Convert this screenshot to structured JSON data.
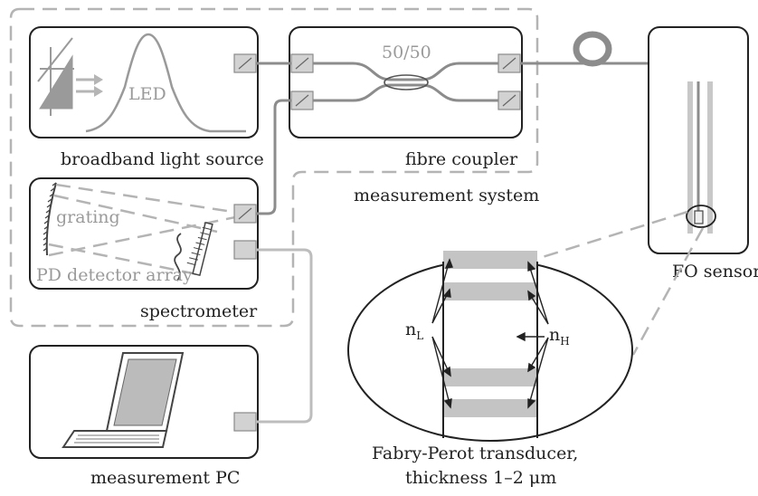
{
  "labels": {
    "light_source": "broadband light source",
    "led": "LED",
    "coupler_ratio": "50/50",
    "fibre_coupler": "fibre coupler",
    "measurement_system": "measurement system",
    "grating": "grating",
    "pd_array": "PD detector array",
    "spectrometer": "spectrometer",
    "fo_sensor": "FO sensor",
    "measurement_pc": "measurement PC",
    "n_low": "n",
    "n_low_sub": "L",
    "n_high": "n",
    "n_high_sub": "H",
    "transducer_line1": "Fabry-Perot transducer,",
    "transducer_line2": "thickness 1–2 μm"
  },
  "colors": {
    "outline": "#222222",
    "fibre": "#8c8c8c",
    "fibre_to_pc": "#bdbdbd",
    "dashed_boundary": "#b4b4b4",
    "layer_fill": "#c4c4c4",
    "port_fill": "#d2d2d2"
  },
  "icons": [
    "led-diode-icon",
    "laptop-icon",
    "fibre-loop-icon"
  ]
}
